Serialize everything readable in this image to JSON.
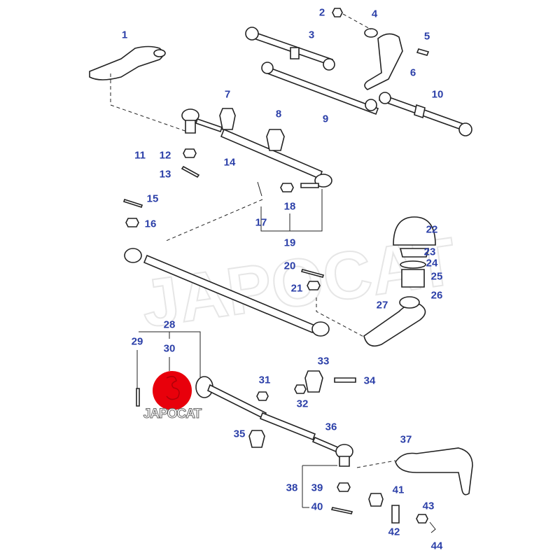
{
  "title": "Steering linkage exploded parts diagram",
  "callouts": [
    "1",
    "2",
    "3",
    "4",
    "5",
    "6",
    "7",
    "8",
    "9",
    "10",
    "11",
    "12",
    "13",
    "14",
    "15",
    "16",
    "17",
    "18",
    "19",
    "20",
    "21",
    "22",
    "23",
    "24",
    "25",
    "26",
    "27",
    "28",
    "29",
    "30",
    "31",
    "32",
    "33",
    "34",
    "35",
    "36",
    "37",
    "38",
    "39",
    "40",
    "41",
    "42",
    "43",
    "44"
  ],
  "logo": {
    "text": "JAPOCAT",
    "color": "#e8000b"
  },
  "watermark": "JAPOCAT",
  "colors": {
    "callout": "#2b3fa8",
    "lines": "#222222"
  }
}
